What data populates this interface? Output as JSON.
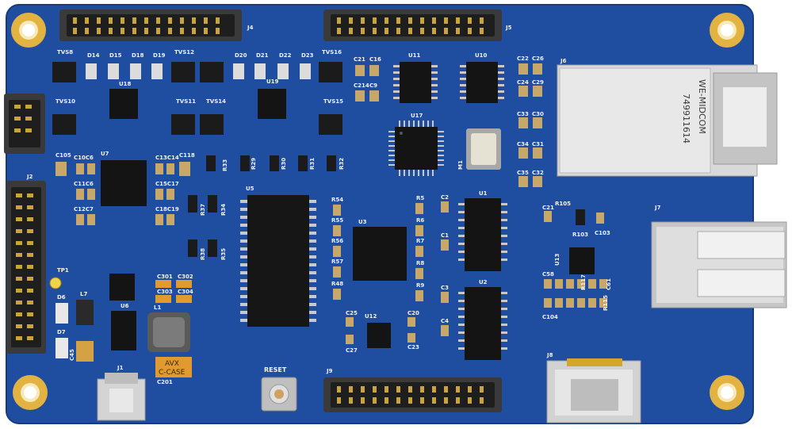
{
  "labels": {
    "j1": "J1",
    "j2": "J2",
    "j4": "J4",
    "j5": "J5",
    "j6": "J6",
    "j7": "J7",
    "j8": "J8",
    "j9": "J9",
    "u1": "U1",
    "u2": "U2",
    "u3": "U3",
    "u5": "U5",
    "u6": "U6",
    "u7": "U7",
    "u10": "U10",
    "u11": "U11",
    "u12": "U12",
    "u13": "U13",
    "u17": "U17",
    "u18": "U18",
    "u19": "U19",
    "tp1": "TP1",
    "l1": "L1",
    "l7": "L7",
    "d6": "D6",
    "d7": "D7",
    "m1": "M1",
    "reset": "RESET",
    "avx1": "AVX",
    "avx2": "C-CASE",
    "c201": "C201",
    "magjack_brand": "WE-MIDCOM",
    "magjack_part": "749911614",
    "tvs8": "TVS8",
    "tvs10": "TVS10",
    "tvs12": "TVS12",
    "tvs11": "TVS11",
    "tvs16": "TVS16",
    "tvs15": "TVS15",
    "tvs14": "TVS14",
    "d14": "D14",
    "d15": "D15",
    "d18": "D18",
    "d19": "D19",
    "d20": "D20",
    "d21": "D21",
    "d22": "D22",
    "d23": "D23",
    "c105": "C105",
    "c10c6": "C10C6",
    "c13c14": "C13C14",
    "c118": "C118",
    "c11c6": "C11C6",
    "c15c17": "C15C17",
    "c12c7": "C12C7",
    "c18c19": "C18C19",
    "r33": "R33",
    "r29": "R29",
    "r30": "R30",
    "r31": "R31",
    "r32": "R32",
    "r37": "R37",
    "r34": "R34",
    "r38": "R38",
    "r35": "R35",
    "r54": "R54",
    "r55": "R55",
    "r56": "R56",
    "r57": "R57",
    "r48": "R48",
    "r5": "R5",
    "r6": "R6",
    "r7": "R7",
    "r8": "R8",
    "r9": "R9",
    "c2": "C2",
    "c1": "C1",
    "c3": "C3",
    "c4": "C4",
    "c25": "C25",
    "c27": "C27",
    "c20": "C20",
    "c23": "C23",
    "c21a": "C21",
    "c16": "C16",
    "c214": "C214",
    "c9": "C9",
    "c22": "C22",
    "c26": "C26",
    "c24": "C24",
    "c29": "C29",
    "c33": "C33",
    "c30": "C30",
    "c34": "C34",
    "c31": "C31",
    "c35": "C35",
    "c32": "C32",
    "c21b": "C21",
    "r105": "R105",
    "r103": "R103",
    "c103": "C103",
    "c58": "C58",
    "c104": "C104",
    "r117": "R117",
    "r115": "R115",
    "c61": "C61",
    "c301": "C301",
    "c302": "C302",
    "c303": "C303",
    "c304": "C304",
    "c45": "C45"
  },
  "colors": {
    "board": "#1f4ea0",
    "board_edge": "#1a3f86",
    "gold": "#e3b341",
    "chip": "#1b1b1b",
    "pin": "#c9c9c9",
    "header_body": "#2a2a2a",
    "cap": "#c8a86a",
    "silver": "#d9d9d9"
  }
}
